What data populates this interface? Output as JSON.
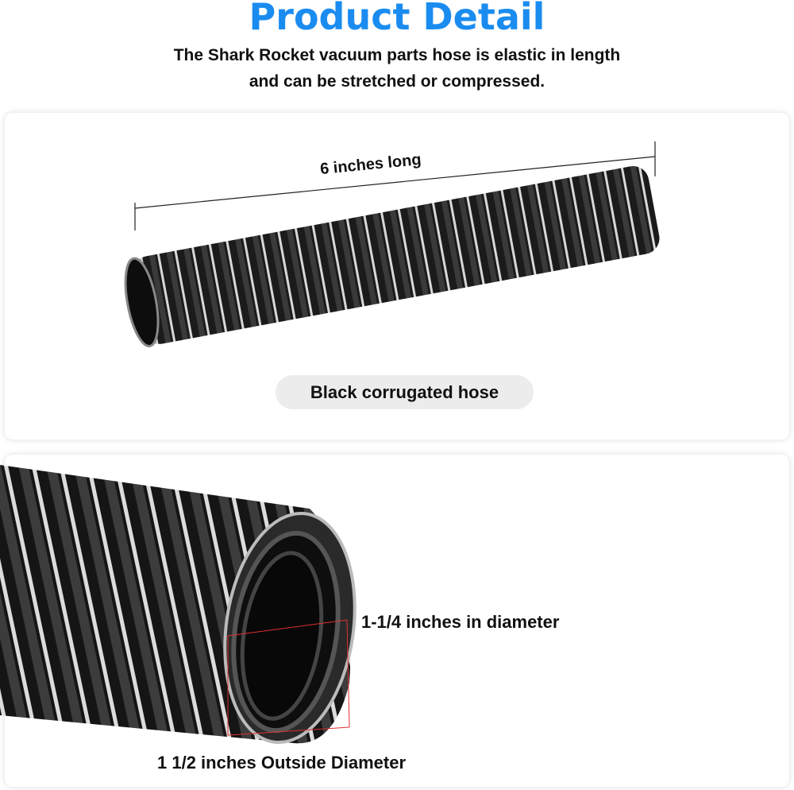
{
  "header": {
    "title": "Product Detail",
    "subtitle_line1": "The Shark Rocket vacuum parts hose is elastic in length",
    "subtitle_line2": "and can be stretched or compressed."
  },
  "panel1": {
    "length_label": "6 inches long",
    "caption": "Black corrugated hose"
  },
  "panel2": {
    "inner_diameter_label": "1-1/4 inches in diameter",
    "outer_diameter_label": "1 1/2 inches Outside Diameter"
  },
  "colors": {
    "title": "#1a8cf0",
    "measure_line": "#e03030"
  }
}
